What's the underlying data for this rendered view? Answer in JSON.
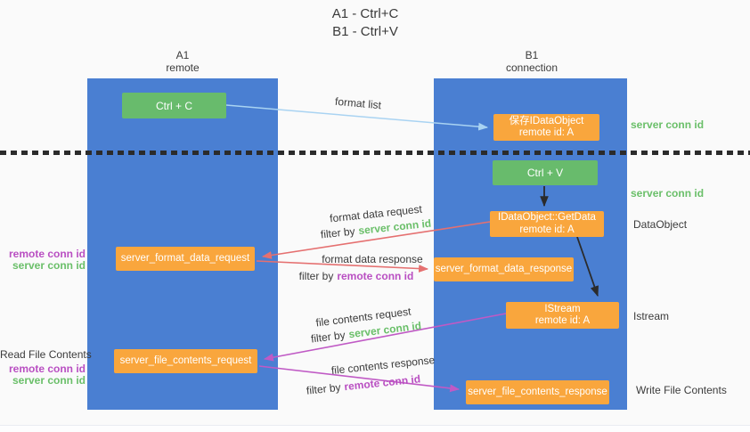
{
  "title": {
    "line1": "A1 - Ctrl+C",
    "line2": "B1 - Ctrl+V"
  },
  "lanes": {
    "left": {
      "name": "A1",
      "role": "remote"
    },
    "right": {
      "name": "B1",
      "role": "connection"
    }
  },
  "boxes": {
    "ctrl_c": {
      "label": "Ctrl + C"
    },
    "ctrl_v": {
      "label": "Ctrl + V"
    },
    "save_idataobject": {
      "line1": "保存IDataObject",
      "line2": "remote id: A"
    },
    "idataobject_getdata": {
      "line1": "IDataObject::GetData",
      "line2": "remote id: A"
    },
    "istream": {
      "line1": "IStream",
      "line2": "remote id: A"
    },
    "server_format_data_request": {
      "label": "server_format_data_request"
    },
    "server_format_data_response": {
      "label": "server_format_data_response"
    },
    "server_file_contents_request": {
      "label": "server_file_contents_request"
    },
    "server_file_contents_response": {
      "label": "server_file_contents_response"
    }
  },
  "side_labels": {
    "server_conn_id_top": "server conn id",
    "server_conn_id_mid": "server conn id",
    "dataobject": "DataObject",
    "istream": "Istream",
    "write_file_contents": "Write File Contents",
    "read_file_contents": "Read File Contents",
    "remote_conn_id_format": "remote conn id",
    "server_conn_id_format": "server conn id",
    "remote_conn_id_file": "remote conn id",
    "server_conn_id_file": "server conn id"
  },
  "flow_labels": {
    "format_list": "format list",
    "format_data_request": "format data request",
    "format_data_request_filter": {
      "prefix": "filter by",
      "key": "server conn id"
    },
    "format_data_response": "format data response",
    "format_data_response_filter": {
      "prefix": "filter by",
      "key": "remote conn id"
    },
    "file_contents_request": "file contents request",
    "file_contents_request_filter": {
      "prefix": "filter by",
      "key": "server conn id"
    },
    "file_contents_response": "file contents response",
    "file_contents_response_filter": {
      "prefix": "filter by",
      "key": "remote conn id"
    }
  },
  "colors": {
    "lane_blue": "#4a7fd2",
    "box_green": "#68bb6c",
    "box_orange": "#f9a63d",
    "arrow_red": "#e57070",
    "arrow_magenta": "#c05ac5",
    "arrow_lightblue": "#a9d3f2",
    "arrow_black": "#2b2b2b",
    "text_green": "#6abf69",
    "text_magenta": "#b94fc2",
    "text_dark": "#3b3b3b"
  }
}
